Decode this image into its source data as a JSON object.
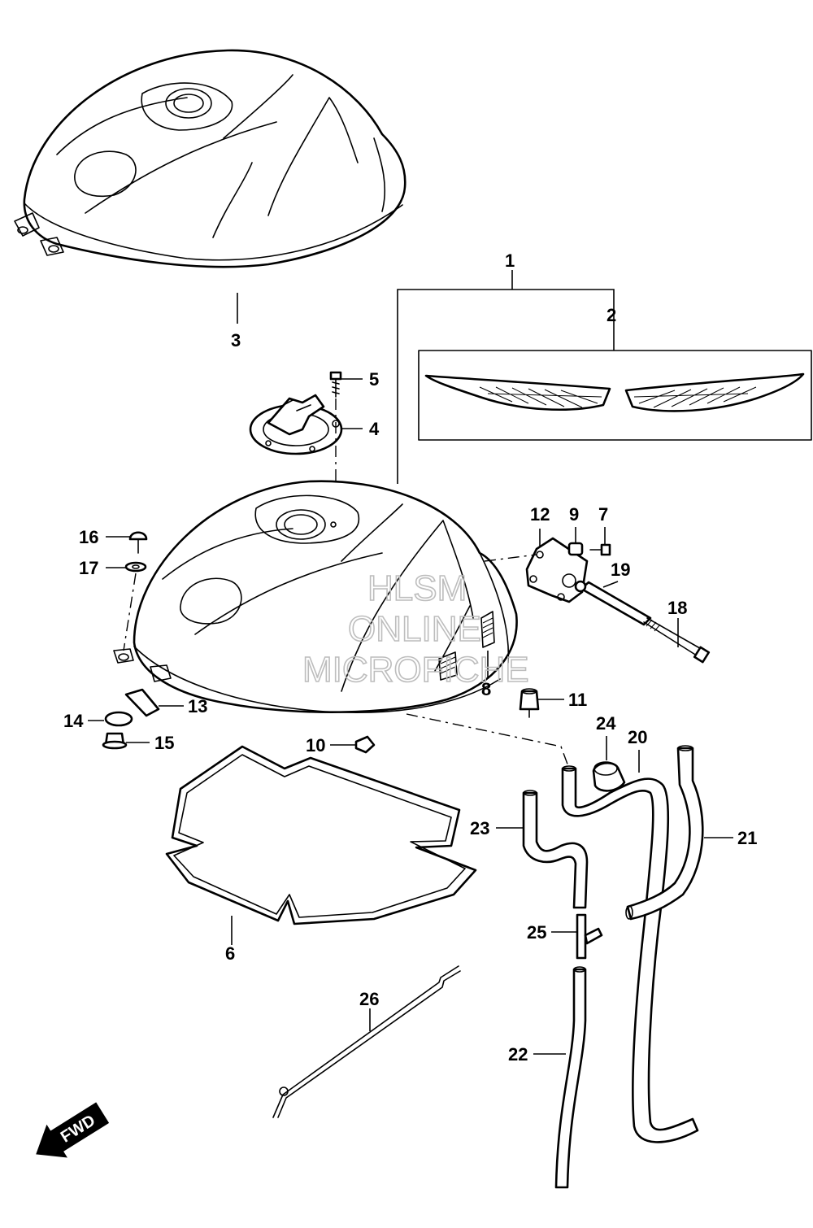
{
  "diagram": {
    "callouts": [
      "1",
      "2",
      "3",
      "4",
      "5",
      "6",
      "7",
      "8",
      "9",
      "10",
      "11",
      "12",
      "13",
      "14",
      "15",
      "16",
      "17",
      "18",
      "19",
      "20",
      "21",
      "22",
      "23",
      "24",
      "25",
      "26"
    ],
    "watermark": [
      "HLSM",
      "ONLINE",
      "MICROFICHE"
    ],
    "direction_arrow": "FWD",
    "line_color": "#000000",
    "watermark_color": "#bdbdbd"
  }
}
